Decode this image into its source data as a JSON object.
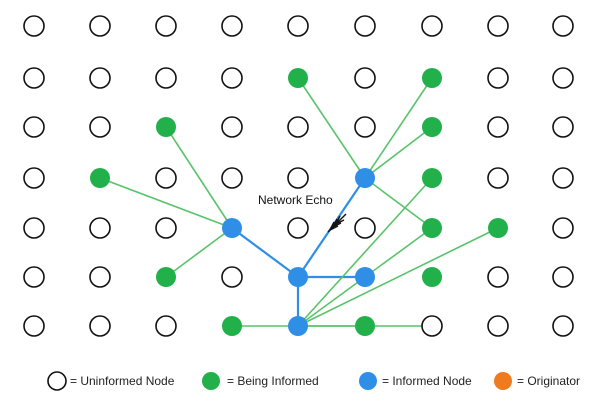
{
  "annotation": {
    "label": "Network Echo"
  },
  "legend": [
    {
      "label": "= Uninformed Node",
      "fill": "#ffffff"
    },
    {
      "label": "= Being Informed",
      "fill": "#22b04b"
    },
    {
      "label": "= Informed Node",
      "fill": "#2f8fe6"
    },
    {
      "label": "= Originator",
      "fill": "#f07b1f"
    }
  ],
  "colors": {
    "uninformed_fill": "#ffffff",
    "uninformed_stroke": "#111111",
    "being_informed": "#22b04b",
    "informed": "#2f8fe6",
    "originator": "#f07b1f",
    "green_link": "#59c36a",
    "blue_link": "#2f8fe6"
  },
  "grid": {
    "rows": 7,
    "cols": 9
  },
  "node_states": [
    "UUUUUUUUU",
    "UUUUBUBUU",
    "UUBUUUBUU",
    "UBUUUIBUU",
    "UUUIUUBBU",
    "UUBUIIBUU",
    "UUUBIBUUU"
  ],
  "links": [
    {
      "from": [
        3,
        1
      ],
      "to": [
        4,
        3
      ],
      "kind": "green"
    },
    {
      "from": [
        2,
        2
      ],
      "to": [
        4,
        3
      ],
      "kind": "green"
    },
    {
      "from": [
        5,
        2
      ],
      "to": [
        4,
        3
      ],
      "kind": "green"
    },
    {
      "from": [
        4,
        3
      ],
      "to": [
        5,
        4
      ],
      "kind": "blue"
    },
    {
      "from": [
        5,
        4
      ],
      "to": [
        3,
        5
      ],
      "kind": "blue"
    },
    {
      "from": [
        5,
        4
      ],
      "to": [
        5,
        5
      ],
      "kind": "blue"
    },
    {
      "from": [
        5,
        4
      ],
      "to": [
        6,
        4
      ],
      "kind": "blue"
    },
    {
      "from": [
        6,
        4
      ],
      "to": [
        4,
        6
      ],
      "kind": "green"
    },
    {
      "from": [
        6,
        4
      ],
      "to": [
        4,
        7
      ],
      "kind": "green"
    },
    {
      "from": [
        6,
        4
      ],
      "to": [
        3,
        6
      ],
      "kind": "green"
    },
    {
      "from": [
        6,
        4
      ],
      "to": [
        6,
        5
      ],
      "kind": "green"
    },
    {
      "from": [
        6,
        5
      ],
      "to": [
        6,
        3
      ],
      "kind": "green"
    },
    {
      "from": [
        6,
        5
      ],
      "to": [
        6,
        6
      ],
      "kind": "green"
    },
    {
      "from": [
        3,
        5
      ],
      "to": [
        1,
        4
      ],
      "kind": "green"
    },
    {
      "from": [
        3,
        5
      ],
      "to": [
        1,
        6
      ],
      "kind": "green"
    },
    {
      "from": [
        3,
        5
      ],
      "to": [
        2,
        6
      ],
      "kind": "green"
    },
    {
      "from": [
        3,
        5
      ],
      "to": [
        4,
        6
      ],
      "kind": "green"
    }
  ]
}
